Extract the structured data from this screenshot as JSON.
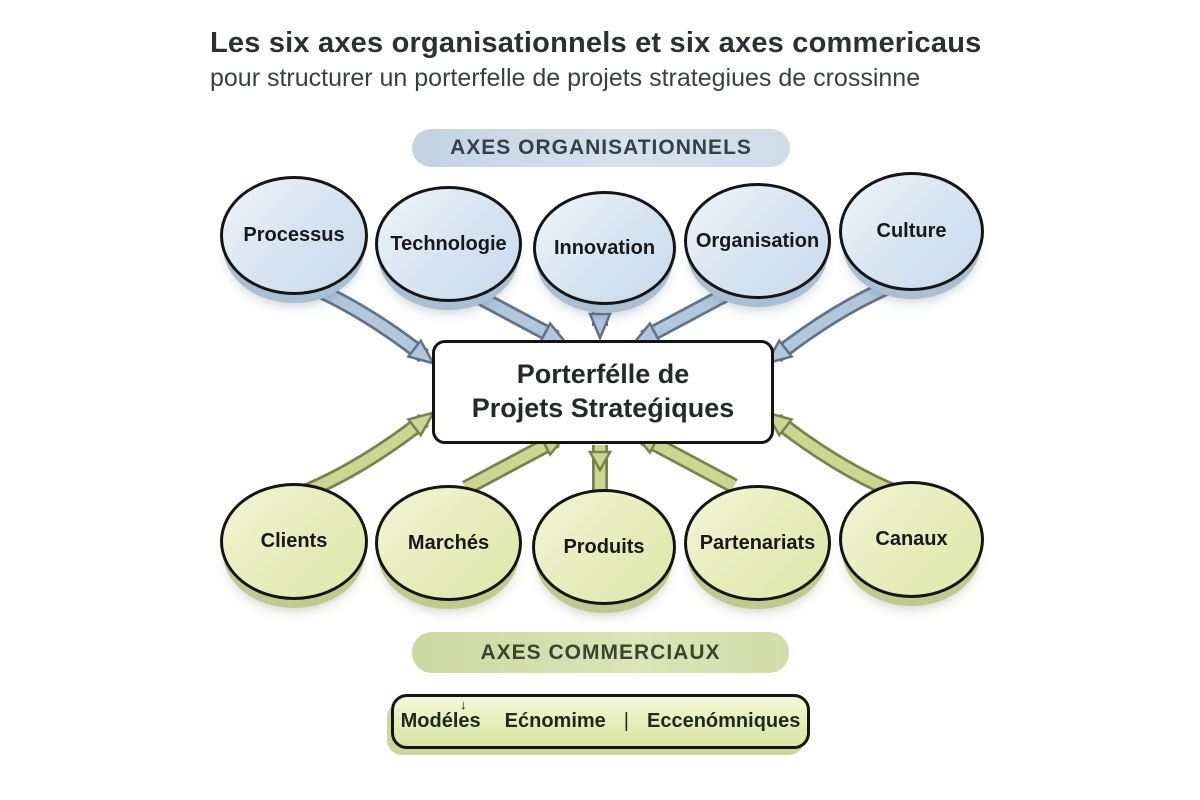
{
  "title": {
    "line1": "Les six axes organisationnels et six axes commericaus",
    "line2": "pour structurer un porterfelle de projets strategiues de crossinne"
  },
  "org_axes": {
    "header": "AXES ORGANISATIONNELS",
    "items": [
      "Processus",
      "Technologie",
      "Innovation",
      "Organisation",
      "Culture"
    ]
  },
  "center_box": {
    "line1": "Porterfélle de",
    "line2": "Projets Strateǵiques"
  },
  "commercial_axes": {
    "header": "AXES COMMERCIAUX",
    "items": [
      "Clients",
      "Marchés",
      "Produits",
      "Partenariats",
      "Canaux"
    ]
  },
  "footer_box": {
    "tick_icon": "↓",
    "word1": "Modéles",
    "word2": "Ećnomime",
    "separator": "|",
    "word3": "Eccenómniques"
  },
  "colors": {
    "background": "#ffffff",
    "org_fill": "#d9e6f3",
    "org_rim": "#a9bfd4",
    "org_pill": "#cddbe7",
    "commercial_fill": "#e7edc0",
    "commercial_rim": "#c0ca90",
    "commercial_pill": "#d5dfab",
    "arrow_blue": "#b3c6da",
    "arrow_blue_outline": "#5f7389",
    "arrow_green": "#ccd693",
    "arrow_green_outline": "#79824e",
    "box_border": "#141414"
  }
}
